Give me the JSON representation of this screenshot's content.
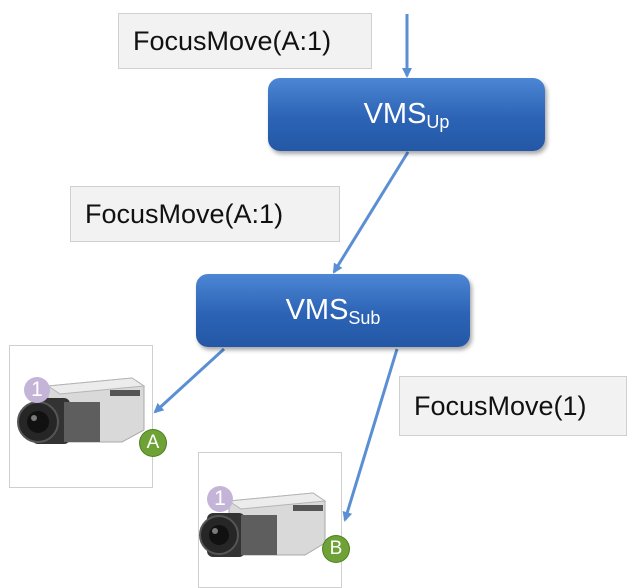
{
  "labels": {
    "top": "FocusMove(A:1)",
    "middle": "FocusMove(A:1)",
    "right": "FocusMove(1)"
  },
  "nodes": {
    "vms_up": {
      "base": "VMS",
      "sub": "Up"
    },
    "vms_sub": {
      "base": "VMS",
      "sub": "Sub"
    }
  },
  "cameras": {
    "a": {
      "number": "1",
      "letter": "A",
      "icon": "camera-icon"
    },
    "b": {
      "number": "1",
      "letter": "B",
      "icon": "camera-icon"
    }
  },
  "colors": {
    "node_fill": "#2c63b5",
    "arrow": "#5b8fd4",
    "number_badge": "#c4b5d8",
    "letter_badge": "#6ea237"
  }
}
